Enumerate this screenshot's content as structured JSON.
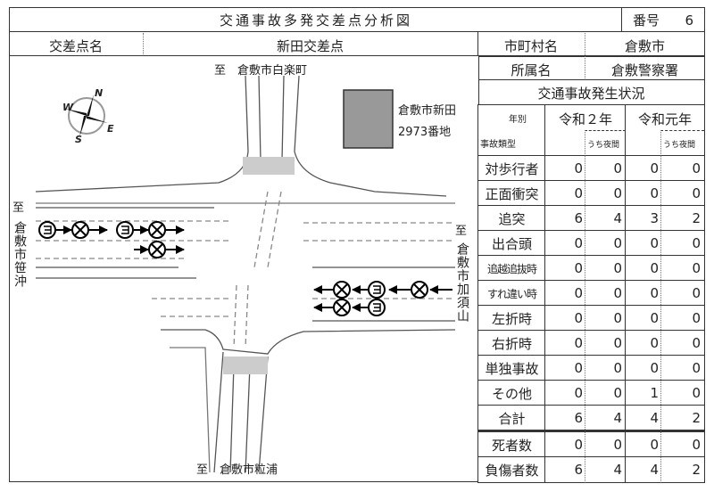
{
  "header": {
    "title": "交通事故多発交差点分析図",
    "number_label": "番号",
    "number": "6"
  },
  "info": {
    "intersection_label": "交差点名",
    "intersection": "新田交差点",
    "municipality_label": "市町村名",
    "municipality": "倉敷市",
    "station_label": "所属名",
    "station": "倉敷警察署"
  },
  "map": {
    "north": "至　倉敷市白楽町",
    "south": "至　倉敷市粒浦",
    "west_to": "至",
    "west": "倉敷市笹沖",
    "east_to": "至",
    "east": "倉敷市加須山",
    "address_line1": "倉敷市新田",
    "address_line2": "2973番地",
    "compass": {
      "n": "N",
      "e": "E",
      "s": "S",
      "w": "W"
    }
  },
  "stats": {
    "title": "交通事故発生状況",
    "year_label": "年別",
    "type_label": "事故類型",
    "years": [
      "令和２年",
      "令和元年"
    ],
    "night_label": "うち夜間",
    "rows": [
      {
        "label": "対歩行者",
        "v": [
          "0",
          "0",
          "0",
          "0"
        ]
      },
      {
        "label": "正面衝突",
        "v": [
          "0",
          "0",
          "0",
          "0"
        ]
      },
      {
        "label": "追突",
        "v": [
          "6",
          "4",
          "3",
          "2"
        ]
      },
      {
        "label": "出合頭",
        "v": [
          "0",
          "0",
          "0",
          "0"
        ]
      },
      {
        "label": "追越追抜時",
        "v": [
          "0",
          "0",
          "0",
          "0"
        ]
      },
      {
        "label": "すれ違い時",
        "v": [
          "0",
          "0",
          "0",
          "0"
        ]
      },
      {
        "label": "左折時",
        "v": [
          "0",
          "0",
          "0",
          "0"
        ]
      },
      {
        "label": "右折時",
        "v": [
          "0",
          "0",
          "0",
          "0"
        ]
      },
      {
        "label": "単独事故",
        "v": [
          "0",
          "0",
          "0",
          "0"
        ]
      },
      {
        "label": "その他",
        "v": [
          "0",
          "0",
          "1",
          "0"
        ]
      },
      {
        "label": "合計",
        "v": [
          "6",
          "4",
          "4",
          "2"
        ]
      },
      {
        "label": "死者数",
        "v": [
          "0",
          "0",
          "0",
          "0"
        ]
      },
      {
        "label": "負傷者数",
        "v": [
          "6",
          "4",
          "4",
          "2"
        ]
      }
    ]
  }
}
